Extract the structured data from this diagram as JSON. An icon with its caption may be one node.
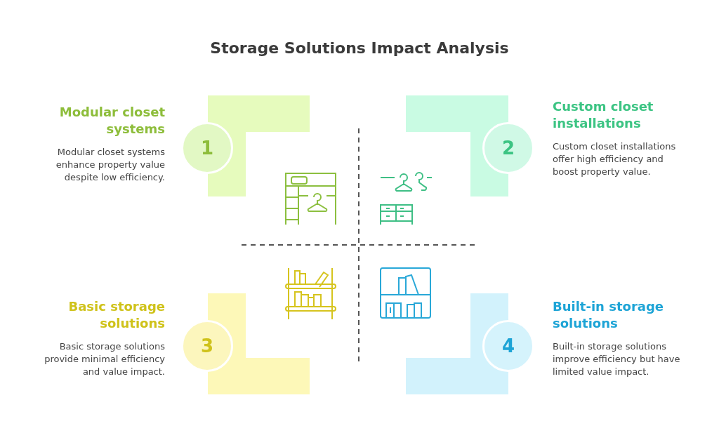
{
  "diagram": {
    "title": "Storage Solutions Impact Analysis",
    "nodes": [
      {
        "text": [
          "1"
        ],
        "beside": [
          "Modular closet systems",
          "Modular closet systems enhance property value despite low efficiency."
        ]
      },
      {
        "text": [
          "2"
        ],
        "beside": [
          "Custom closet installations",
          "Custom closet installations offer high efficiency and boost property value."
        ]
      },
      {
        "text": [
          "3"
        ],
        "beside": [
          "Basic storage solutions",
          "Basic storage solutions provide minimal efficiency and value impact."
        ]
      },
      {
        "text": [
          "4"
        ],
        "beside": [
          "Built-in storage solutions",
          "Built-in storage solutions improve efficiency but have limited value impact."
        ]
      },
      {
        "text": [],
        "shape": "band"
      },
      {
        "text": [],
        "shape": "band"
      },
      {
        "text": [],
        "shape": "band"
      },
      {
        "text": [],
        "shape": "band"
      }
    ]
  }
}
